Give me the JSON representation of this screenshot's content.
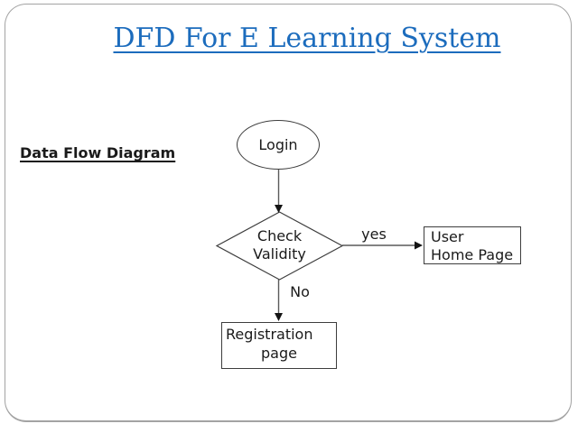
{
  "title": "DFD For E Learning System",
  "caption": "Data Flow Diagram",
  "nodes": {
    "login": {
      "shape": "oval",
      "label": "Login"
    },
    "decision": {
      "shape": "diamond",
      "line1": "Check",
      "line2": "Validity"
    },
    "user_home": {
      "shape": "rectangle",
      "line1": "User",
      "line2": "Home Page"
    },
    "registration": {
      "shape": "rectangle",
      "line1": "Registration",
      "line2": "page"
    }
  },
  "edges": {
    "decision_to_user_home": {
      "label": "yes"
    },
    "decision_to_registration": {
      "label": "No"
    }
  },
  "colors": {
    "title-blue": "#1c6cbd",
    "shape-border": "#3d3d3d",
    "connector": "#5a5a5a",
    "arrowhead": "#141414",
    "slide-border": "#a3a3a3",
    "text": "#1a1a1a",
    "background": "#ffffff"
  }
}
